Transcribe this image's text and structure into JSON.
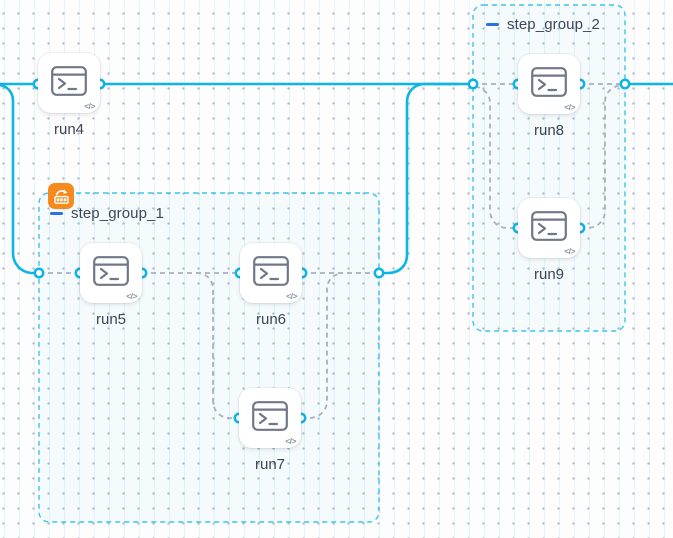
{
  "canvas": {
    "type": "workflow-graph-editor",
    "background": "dot-grid"
  },
  "nodes": [
    {
      "id": "run4",
      "label": "run4",
      "icon": "terminal-icon"
    },
    {
      "id": "run5",
      "label": "run5",
      "icon": "terminal-icon"
    },
    {
      "id": "run6",
      "label": "run6",
      "icon": "terminal-icon"
    },
    {
      "id": "run7",
      "label": "run7",
      "icon": "terminal-icon"
    },
    {
      "id": "run8",
      "label": "run8",
      "icon": "terminal-icon"
    },
    {
      "id": "run9",
      "label": "run9",
      "icon": "terminal-icon"
    }
  ],
  "groups": [
    {
      "id": "step_group_1",
      "label": "step_group_1",
      "collapse_icon": "minus-icon",
      "badge_icon": "loop-items-icon"
    },
    {
      "id": "step_group_2",
      "label": "step_group_2",
      "collapse_icon": "minus-icon"
    }
  ],
  "edges": [
    {
      "from": "start",
      "to": "run4",
      "style": "solid"
    },
    {
      "from": "start",
      "to": "step_group_1",
      "style": "solid"
    },
    {
      "from": "run4",
      "to": "step_group_2",
      "style": "solid"
    },
    {
      "from": "step_group_1",
      "to": "step_group_2",
      "style": "solid"
    },
    {
      "from": "step_group_2",
      "to": "end",
      "style": "solid"
    },
    {
      "from": "step_group_1.in",
      "to": "run5",
      "style": "dashed"
    },
    {
      "from": "run5",
      "to": "run6",
      "style": "dashed"
    },
    {
      "from": "run5",
      "to": "run7",
      "style": "dashed"
    },
    {
      "from": "run6",
      "to": "step_group_1.out",
      "style": "dashed"
    },
    {
      "from": "run7",
      "to": "step_group_1.out",
      "style": "dashed"
    },
    {
      "from": "step_group_2.in",
      "to": "run8",
      "style": "dashed"
    },
    {
      "from": "step_group_2.in",
      "to": "run9",
      "style": "dashed"
    },
    {
      "from": "run8",
      "to": "step_group_2.out",
      "style": "dashed"
    },
    {
      "from": "run9",
      "to": "step_group_2.out",
      "style": "dashed"
    }
  ],
  "icons": {
    "code": "</>"
  },
  "colors": {
    "edge_active": "#0db4e6",
    "edge_idle": "#a9b0ba",
    "port_ring": "#0db4e6",
    "group_border": "#38c6ea",
    "collapse_minus": "#2e6fe0",
    "badge_orange": "#f68a1e",
    "label_text": "#3c4454"
  }
}
